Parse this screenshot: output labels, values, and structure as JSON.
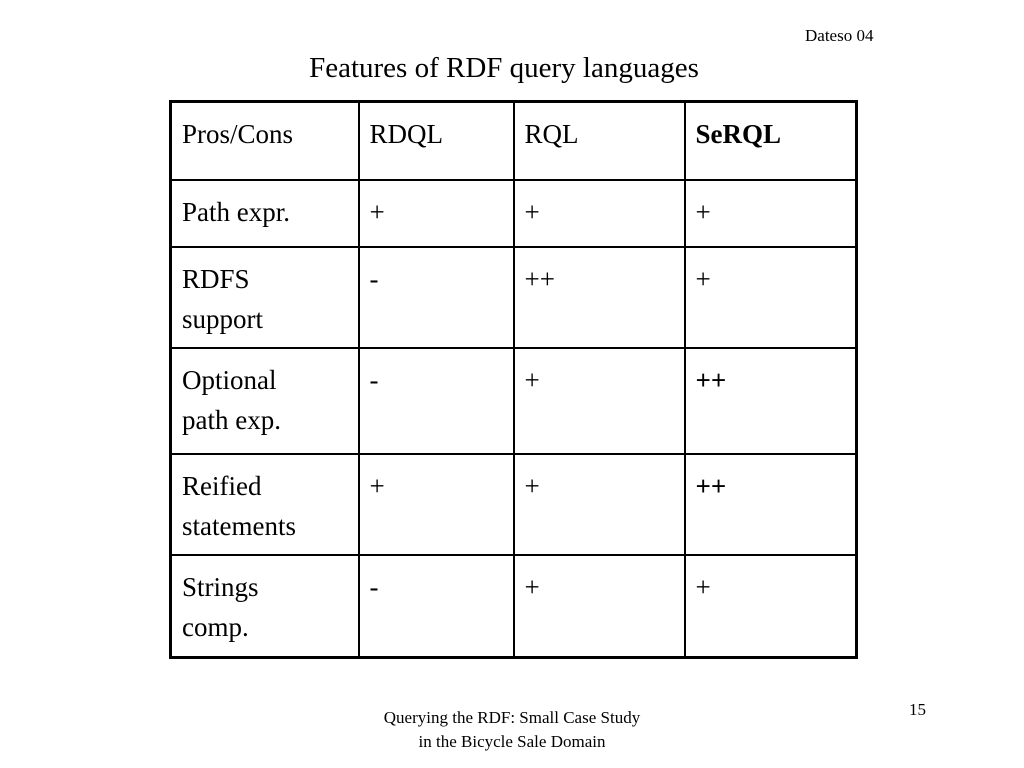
{
  "header": {
    "corner_label": "Dateso 04",
    "title": "Features of RDF query languages"
  },
  "table": {
    "columns": [
      "Pros/Cons",
      "RDQL",
      "RQL",
      "SeRQL"
    ],
    "rows": [
      {
        "feature": [
          "Path expr."
        ],
        "rdql": "+",
        "rql": "+",
        "serql": "+"
      },
      {
        "feature": [
          "RDFS",
          "support"
        ],
        "rdql": "-",
        "rql": "++",
        "serql": "+"
      },
      {
        "feature": [
          "Optional",
          "path exp."
        ],
        "rdql": "-",
        "rql": "+",
        "serql": "++"
      },
      {
        "feature": [
          "Reified",
          "statements"
        ],
        "rdql": "+",
        "rql": "+",
        "serql": "++"
      },
      {
        "feature": [
          "Strings",
          "comp."
        ],
        "rdql": "-",
        "rql": "+",
        "serql": "+"
      }
    ]
  },
  "footer": {
    "line1": "Querying the RDF: Small Case Study",
    "line2": "in the Bicycle Sale Domain",
    "page_number": "15"
  }
}
